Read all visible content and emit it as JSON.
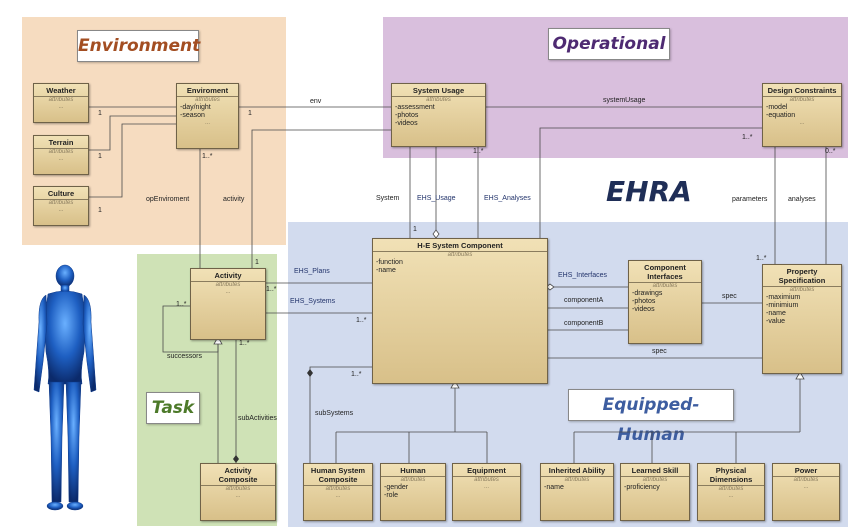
{
  "regions": {
    "environment": {
      "title": "Environment",
      "color": "#f6dcc0",
      "title_color": "#a34e22"
    },
    "operational": {
      "title": "Operational",
      "color": "#d9bfdd",
      "title_color": "#4e2a72"
    },
    "task": {
      "title": "Task",
      "color": "#cfe2b6",
      "title_color": "#4d7a2a"
    },
    "equipped_human": {
      "title": "Equipped-Human",
      "color": "#d2dbee",
      "title_color": "#3d5da0"
    }
  },
  "main_title": "EHRA",
  "stereotype": "attributes",
  "ellipsis": "...",
  "classes": {
    "weather": {
      "name": "Weather",
      "attrs": []
    },
    "terrain": {
      "name": "Terrain",
      "attrs": []
    },
    "culture": {
      "name": "Culture",
      "attrs": []
    },
    "enviroment": {
      "name": "Enviroment",
      "attrs": [
        "-day/night",
        "-season"
      ]
    },
    "system_usage": {
      "name": "System Usage",
      "attrs": [
        "-assessment",
        "-photos",
        "-videos"
      ]
    },
    "design_constraints": {
      "name": "Design Constraints",
      "attrs": [
        "-model",
        "-equation"
      ]
    },
    "activity": {
      "name": "Activity",
      "attrs": []
    },
    "activity_composite": {
      "name": "Activity Composite",
      "attrs": []
    },
    "he_system_component": {
      "name": "H-E System Component",
      "attrs": [
        "-function",
        "-name"
      ]
    },
    "component_interfaces": {
      "name": "Component Interfaces",
      "attrs": [
        "-drawings",
        "-photos",
        "-videos"
      ]
    },
    "property_specification": {
      "name": "Property Specification",
      "attrs": [
        "-maximium",
        "-minimium",
        "-name",
        "-value"
      ]
    },
    "human_system_composite": {
      "name": "Human System Composite",
      "attrs": []
    },
    "human": {
      "name": "Human",
      "attrs": [
        "-gender",
        "-role"
      ]
    },
    "equipment": {
      "name": "Equipment",
      "attrs": []
    },
    "inherited_ability": {
      "name": "Inherited Ability",
      "attrs": [
        "-name"
      ]
    },
    "learned_skill": {
      "name": "Learned Skill",
      "attrs": [
        "-proficiency"
      ]
    },
    "physical_dimensions": {
      "name": "Physical Dimensions",
      "attrs": []
    },
    "power": {
      "name": "Power",
      "attrs": []
    }
  },
  "labels": {
    "env": "env",
    "system_usage_assoc": "systemUsage",
    "system": "System",
    "ehs_usage": "EHS_Usage",
    "ehs_analyses": "EHS_Analyses",
    "parameters": "parameters",
    "analyses": "analyses",
    "op_enviroment": "opEnviroment",
    "activity": "activity",
    "ehs_plans": "EHS_Plans",
    "ehs_systems": "EHS_Systems",
    "ehs_interfaces": "EHS_Interfaces",
    "component_a": "componentA",
    "component_b": "componentB",
    "spec1": "spec",
    "spec2": "spec",
    "successors": "successors",
    "sub_activities": "subActivities",
    "sub_systems": "subSystems",
    "one": "1",
    "one_many": "1..*",
    "zero_many": "0..*"
  }
}
